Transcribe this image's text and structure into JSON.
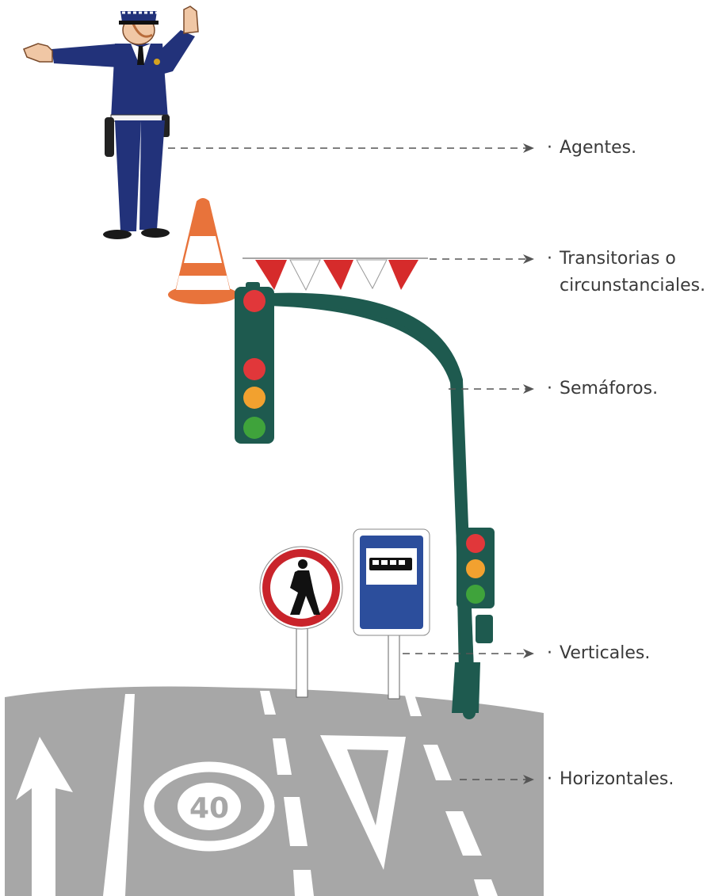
{
  "labels": {
    "agentes": "Agentes.",
    "transitorias_1": "Transitorias o",
    "transitorias_2": "circunstanciales.",
    "semaforos": "Semáforos.",
    "verticales": "Verticales.",
    "horizontales": "Horizontales."
  },
  "bullet": "·",
  "road_marking_speed": "40",
  "colors": {
    "uniform": "#22327a",
    "traffic_light_body": "#1e5a4f",
    "road": "#a7a7a7",
    "arrow": "#555555",
    "cone_orange": "#e8733b",
    "sign_red": "#c9242b",
    "sign_blue": "#2c4e9c"
  },
  "icons": [
    "police-officer-icon",
    "traffic-cone-icon",
    "bunting-icon",
    "traffic-light-icon",
    "prohibited-pedestrian-sign-icon",
    "bus-stop-sign-icon",
    "road-markings-icon"
  ]
}
